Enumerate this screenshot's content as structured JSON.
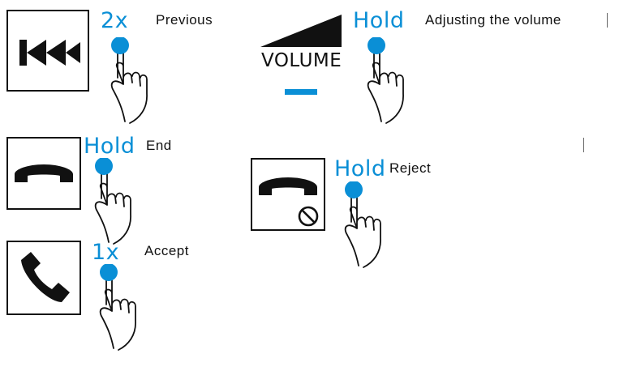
{
  "colors": {
    "accent": "#0a8fd6",
    "ink": "#111111"
  },
  "controls": [
    {
      "id": "previous",
      "gesture": "2x",
      "label": "Previous",
      "icon": "skip-previous-icon"
    },
    {
      "id": "volume",
      "gesture": "Hold",
      "label": "Adjusting the volume",
      "icon": "volume-ramp-icon",
      "icon_text": "VOLUME"
    },
    {
      "id": "end",
      "gesture": "Hold",
      "label": "End",
      "icon": "hang-up-icon"
    },
    {
      "id": "reject",
      "gesture": "Hold",
      "label": "Reject",
      "icon": "reject-call-icon"
    },
    {
      "id": "accept",
      "gesture": "1x",
      "label": "Accept",
      "icon": "phone-handset-icon"
    }
  ]
}
